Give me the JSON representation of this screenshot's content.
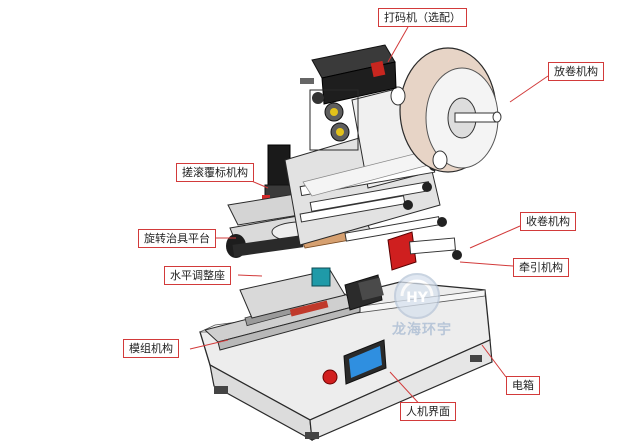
{
  "labels": {
    "printer": "打码机（选配）",
    "unwind": "放卷机构",
    "cover_press": "搓滚覆标机构",
    "rewind": "收卷机构",
    "rotary_fixture": "旋转治具平台",
    "traction": "牵引机构",
    "level_seat": "水平调整座",
    "module": "模组机构",
    "electric_box": "电箱",
    "hmi": "人机界面"
  },
  "watermark": {
    "text": "龙海环宇",
    "logo_text": "HY"
  },
  "colors": {
    "label_border": "#d23a3a",
    "leader_line": "#d23a3a",
    "watermark": "#b8c6d8",
    "machine_outline": "#2a2a2a"
  }
}
